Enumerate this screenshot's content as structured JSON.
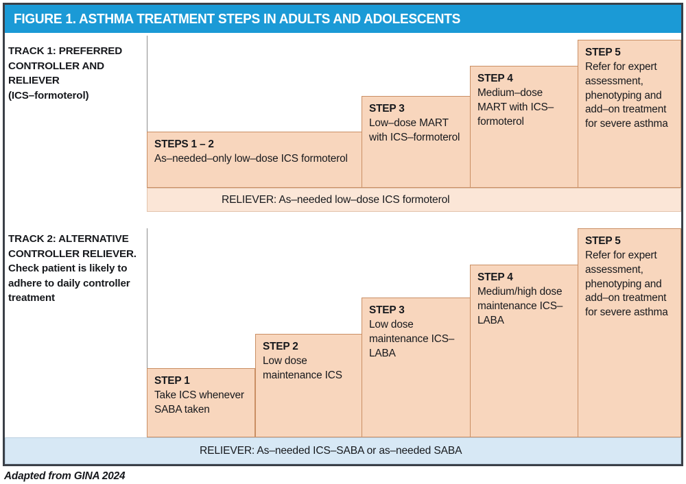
{
  "figure": {
    "title": "FIGURE 1. ASTHMA TREATMENT STEPS IN ADULTS AND ADOLESCENTS",
    "header_color": "#1b9ad6",
    "footer_note": "Adapted from GINA 2024",
    "step_box_color": "#f8d6bd",
    "step_box_border_color": "#c98e63",
    "frame_color": "#3a3f47"
  },
  "tracks": [
    {
      "id": "track-1",
      "label": "TRACK 1: PREFERRED CONTROLLER AND RELIEVER (ICS–formoterol)",
      "label_lines": [
        "TRACK 1: PREFERRED",
        "CONTROLLER AND",
        "RELIEVER",
        "(ICS–formoterol)"
      ],
      "steps": [
        {
          "title": "STEPS 1 – 2",
          "body": "As–needed–only low–dose ICS formoterol"
        },
        {
          "title": "STEP 3",
          "body": "Low–dose MART with ICS–formoterol"
        },
        {
          "title": "STEP 4",
          "body": "Medium–dose MART with ICS–formoterol"
        },
        {
          "title": "STEP 5",
          "body": "Refer for expert assessment, phenotyping and add–on treatment for severe asthma"
        }
      ],
      "reliever": {
        "text": "RELIEVER: As–needed low–dose ICS formoterol",
        "color": "#fbe6d7"
      }
    },
    {
      "id": "track-2",
      "label": "TRACK 2: ALTERNATIVE CONTROLLER RELIEVER. Check patient is likely to adhere to daily controller treatment",
      "label_lines": [
        "TRACK 2: ALTERNATIVE",
        "CONTROLLER RELIEVER.",
        "Check patient is likely to",
        "adhere to daily controller",
        "treatment"
      ],
      "steps": [
        {
          "title": "STEP 1",
          "body": "Take ICS whenever SABA taken"
        },
        {
          "title": "STEP 2",
          "body": "Low dose maintenance ICS"
        },
        {
          "title": "STEP 3",
          "body": "Low dose maintenance ICS–LABA"
        },
        {
          "title": "STEP 4",
          "body": "Medium/high dose maintenance ICS–LABA"
        },
        {
          "title": "STEP 5",
          "body": "Refer for expert assessment, phenotyping and add–on treatment for severe asthma"
        }
      ],
      "reliever": {
        "text": "RELIEVER: As–needed ICS–SABA or as–needed SABA",
        "color": "#d7e8f5"
      }
    }
  ]
}
